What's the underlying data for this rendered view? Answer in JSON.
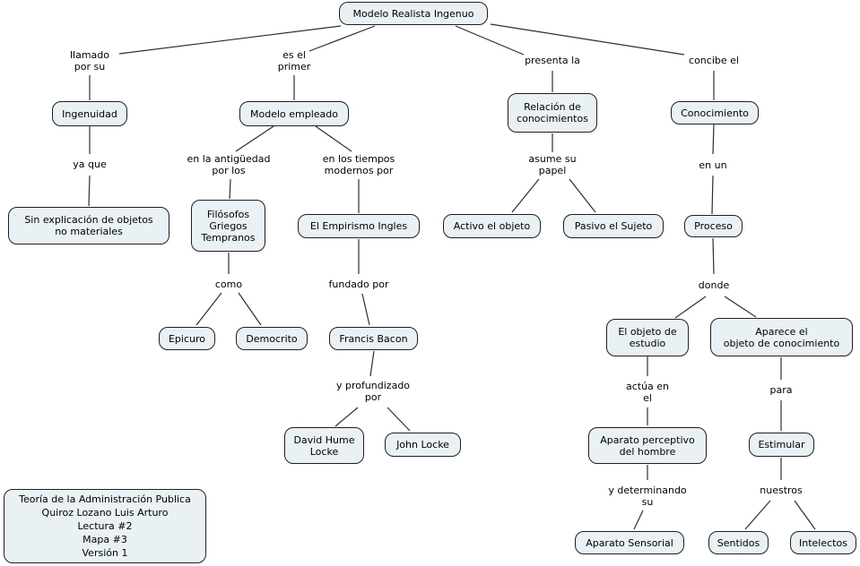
{
  "title": "Modelo Realista Ingenuo concept map",
  "nodes": {
    "root": "Modelo Realista Ingenuo",
    "ingenuidad": "Ingenuidad",
    "modelo_empleado": "Modelo empleado",
    "relacion_conocimientos": "Relación de\nconocimientos",
    "conocimiento": "Conocimiento",
    "sin_explicacion": "Sin explicación de objetos\nno materiales",
    "filosofos_griegos": "Filósofos\nGriegos\nTempranos",
    "empirismo_ingles": "El Empirismo Ingles",
    "activo_objeto": "Activo el objeto",
    "pasivo_sujeto": "Pasivo el Sujeto",
    "proceso": "Proceso",
    "epicuro": "Epicuro",
    "democrito": "Democrito",
    "francis_bacon": "Francis Bacon",
    "objeto_estudio": "El objeto de\nestudio",
    "aparece_objeto": "Aparece el\nobjeto de conocimiento",
    "david_hume": "David Hume\nLocke",
    "john_locke": "John Locke",
    "aparato_perceptivo": "Aparato perceptivo\ndel hombre",
    "estimular": "Estimular",
    "aparato_sensorial": "Aparato Sensorial",
    "sentidos": "Sentidos",
    "intelectos": "Intelectos"
  },
  "link_labels": {
    "llamado_por_su": "llamado\npor su",
    "es_el_primer": "es el\nprimer",
    "presenta_la": "presenta la",
    "concibe_el": "concibe el",
    "ya_que": "ya que",
    "en_la_antiguedad": "en la antigüedad\npor los",
    "en_los_tiempos": "en los tiempos\nmodernos por",
    "asume_su_papel": "asume su\npapel",
    "en_un": "en un",
    "como": "como",
    "fundado_por": "fundado por",
    "donde": "donde",
    "y_profundizado_por": "y profundizado\npor",
    "actua_en_el": "actúa en\nel",
    "para": "para",
    "y_determinando_su": "y determinando\nsu",
    "nuestros": "nuestros"
  },
  "credits": "Teoría de la Administración Publica\nQuiroz Lozano Luis Arturo\nLectura #2\nMapa #3\nVersión 1",
  "colors": {
    "node_fill": "#e9f1f4",
    "node_border": "#1f1f1f",
    "connector": "#2e2e2e",
    "background": "#ffffff"
  }
}
